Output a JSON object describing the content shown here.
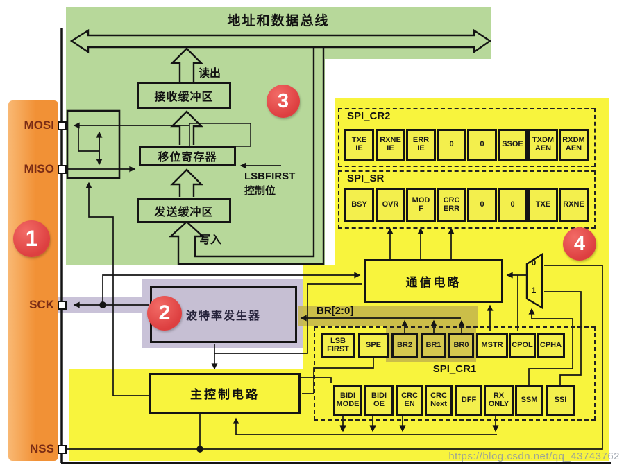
{
  "bus_title": "地址和数据总线",
  "pins": {
    "mosi": "MOSI",
    "miso": "MISO",
    "sck": "SCK",
    "nss": "NSS"
  },
  "green_section": {
    "read_label": "读出",
    "write_label": "写入",
    "receive_buffer": "接收缓冲区",
    "shift_register": "移位寄存器",
    "transmit_buffer": "发送缓冲区",
    "lsbfirst_line1": "LSBFIRST",
    "lsbfirst_line2": "控制位"
  },
  "badges": {
    "b1": "1",
    "b2": "2",
    "b3": "3",
    "b4": "4"
  },
  "baud_rate_generator": "波特率发生器",
  "communication_circuit": "通信电路",
  "main_control_circuit": "主控制电路",
  "br_bus_label": "BR[2:0]",
  "mux": {
    "input0": "0",
    "input1": "1"
  },
  "registers": {
    "spi_cr2": {
      "name": "SPI_CR2",
      "bits": [
        "TXE\nIE",
        "RXNE\nIE",
        "ERR\nIE",
        "0",
        "0",
        "SSOE",
        "TXDM\nAEN",
        "RXDM\nAEN"
      ]
    },
    "spi_sr": {
      "name": "SPI_SR",
      "bits": [
        "BSY",
        "OVR",
        "MOD\nF",
        "CRC\nERR",
        "0",
        "0",
        "TXE",
        "RXNE"
      ]
    },
    "spi_cr1": {
      "name": "SPI_CR1",
      "bits_row1": [
        "LSB\nFIRST",
        "SPE",
        "BR2",
        "BR1",
        "BR0",
        "MSTR",
        "CPOL",
        "CPHA"
      ],
      "bits_row2": [
        "BIDI\nMODE",
        "BIDI\nOE",
        "CRC\nEN",
        "CRC\nNext",
        "DFF",
        "RX\nONLY",
        "SSM",
        "SSI"
      ]
    }
  },
  "watermark": "https://blog.csdn.net/qq_43743762",
  "colors": {
    "green": "#b7d89a",
    "yellow": "#f8f43d",
    "cell_yellow": "#f3ef4d",
    "olive_highlight": "#c3b44b",
    "lavender": "#c9c2d8",
    "purple_box": "#c6bfd3",
    "orange_bar": "#f19136",
    "red_badge": "#dd3f40",
    "pin_text": "#7a2c15"
  }
}
